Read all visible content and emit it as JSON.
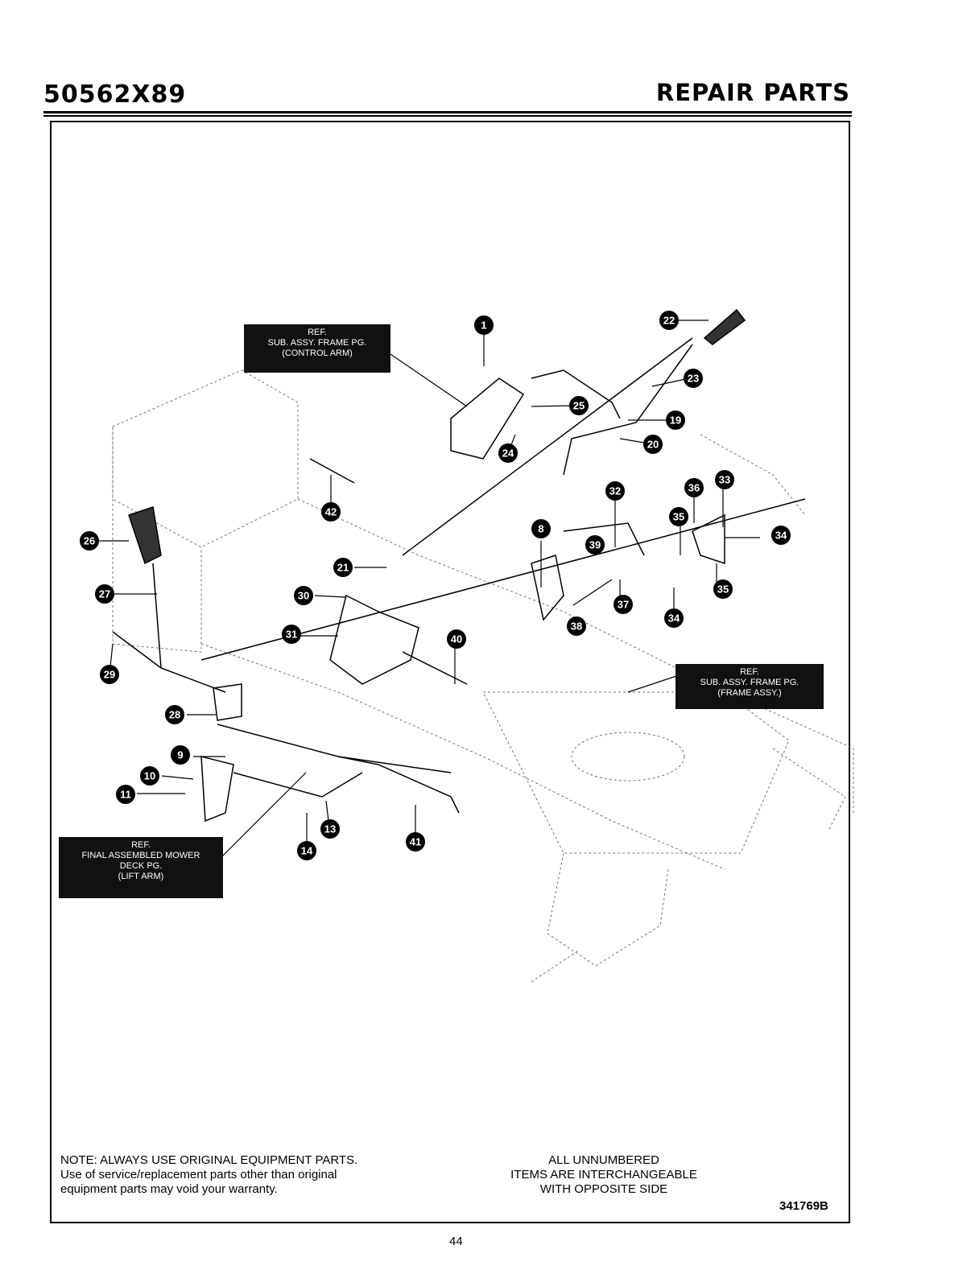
{
  "header": {
    "model_number": "50562X89",
    "section_title": "REPAIR PARTS"
  },
  "references": [
    {
      "lines": [
        "REF.",
        "SUB. ASSY. FRAME PG.",
        "(CONTROL ARM)"
      ]
    },
    {
      "lines": [
        "REF.",
        "SUB. ASSY. FRAME PG.",
        "(FRAME ASSY.)"
      ]
    },
    {
      "lines": [
        "REF.",
        "FINAL ASSEMBLED MOWER",
        "DECK PG.",
        "(LIFT ARM)"
      ]
    }
  ],
  "callouts": [
    "1",
    "22",
    "23",
    "25",
    "19",
    "20",
    "24",
    "42",
    "26",
    "27",
    "29",
    "28",
    "21",
    "30",
    "31",
    "40",
    "8",
    "39",
    "32",
    "36",
    "33",
    "35",
    "34",
    "35",
    "34",
    "37",
    "38",
    "9",
    "10",
    "11",
    "13",
    "14",
    "41"
  ],
  "footer": {
    "note_lines": [
      "NOTE: ALWAYS USE ORIGINAL EQUIPMENT PARTS.",
      "Use of service/replacement parts other than original",
      "equipment parts may void your warranty."
    ],
    "unnumbered_lines": [
      "ALL UNNUMBERED",
      "ITEMS ARE INTERCHANGEABLE",
      "WITH OPPOSITE SIDE"
    ],
    "document_number": "341769B",
    "page_number": "44"
  }
}
